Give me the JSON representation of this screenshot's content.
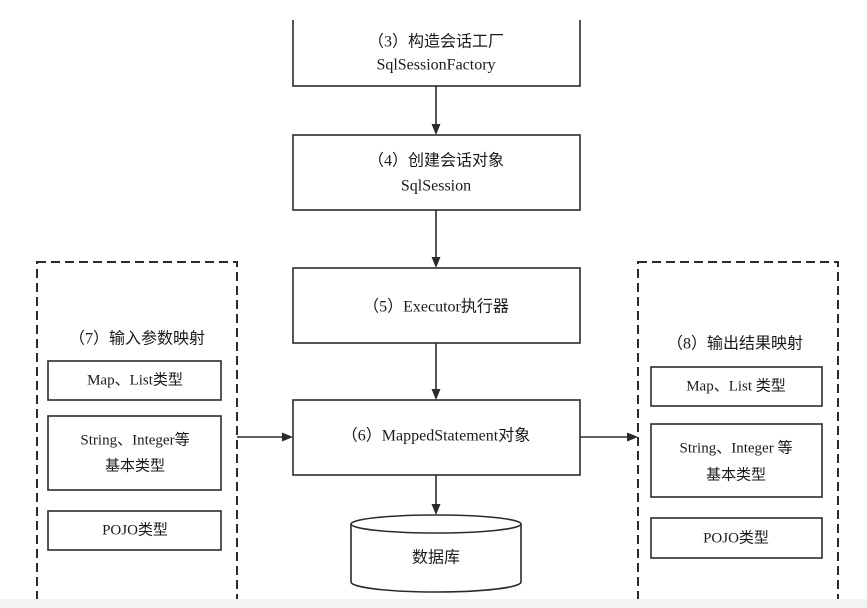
{
  "nodes": {
    "factory": {
      "line1": "（3）构造会话工厂",
      "line2": "SqlSessionFactory"
    },
    "session": {
      "line1": "（4）创建会话对象",
      "line2": "SqlSession"
    },
    "executor": {
      "label": "（5）Executor执行器"
    },
    "mapped_statement": {
      "label": "（6）MappedStatement对象"
    },
    "database": {
      "label": "数据库"
    }
  },
  "input_mapping": {
    "title": "（7）输入参数映射",
    "items": [
      {
        "line1": "Map、List类型"
      },
      {
        "line1": "String、Integer等",
        "line2": "基本类型"
      },
      {
        "line1": "POJO类型"
      }
    ]
  },
  "output_mapping": {
    "title": "（8）输出结果映射",
    "items": [
      {
        "line1": "Map、List 类型"
      },
      {
        "line1": "String、Integer 等",
        "line2": "基本类型"
      },
      {
        "line1": "POJO类型"
      }
    ]
  },
  "colors": {
    "stroke": "#2b2b2b",
    "background": "#ffffff"
  }
}
